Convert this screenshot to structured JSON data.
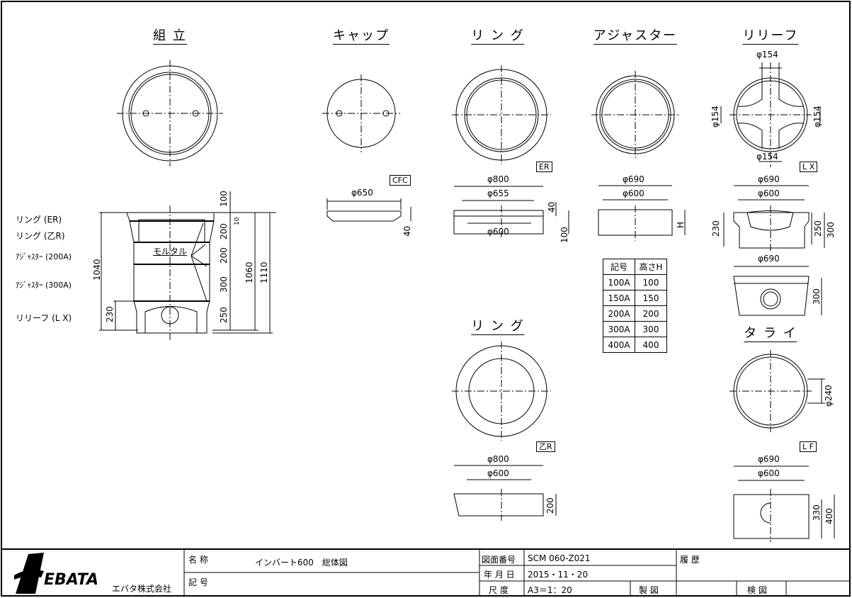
{
  "titles": {
    "assembly": "組 立",
    "cap": "キャップ",
    "ring_er": "リ ン グ",
    "adjuster": "アジャスター",
    "relief": "リリーフ",
    "ring_zr": "リ ン グ",
    "tarai": "タ ラ イ"
  },
  "type_labels": {
    "cap": "CFC",
    "ring_er": "ER",
    "relief": "L X",
    "ring_zr": "乙R",
    "tarai": "L F"
  },
  "assembly": {
    "parts": [
      "リング (ER)",
      "リング (乙R)",
      "ｱｼﾞｬｽﾀｰ (200A)",
      "ｱｼﾞｬｽﾀｰ (300A)",
      "リリーフ (L X)"
    ],
    "mortar": "モルタル",
    "dims": {
      "top": "100",
      "gap": "10",
      "ring": "200",
      "adj200": "200",
      "adj300": "300",
      "relief": "250",
      "total_left": "1040",
      "relief_left": "230",
      "total_1060": "1060",
      "total_1110": "1110"
    }
  },
  "cap_dims": {
    "dia": "φ650",
    "h": "40"
  },
  "ring_er_dims": {
    "outer": "φ800",
    "inner": "φ655",
    "bottom": "φ600",
    "h1": "40",
    "h2": "100"
  },
  "adjuster_dims": {
    "outer": "φ690",
    "inner": "φ600",
    "h": "H"
  },
  "relief_dims": {
    "top": "φ154",
    "left": "φ154",
    "right": "φ154",
    "bottom": "φ154",
    "outer": "φ690",
    "inner": "φ600",
    "h230": "230",
    "h250": "250",
    "h300": "300",
    "side_outer": "φ690",
    "side_h": "300"
  },
  "ring_zr_dims": {
    "outer": "φ800",
    "inner": "φ600",
    "h": "200"
  },
  "tarai_dims": {
    "hole": "φ240",
    "outer": "φ690",
    "inner": "φ600",
    "h330": "330",
    "h400": "400"
  },
  "height_table": {
    "headers": [
      "記号",
      "高さH"
    ],
    "rows": [
      [
        "100A",
        "100"
      ],
      [
        "150A",
        "150"
      ],
      [
        "200A",
        "200"
      ],
      [
        "300A",
        "300"
      ],
      [
        "400A",
        "400"
      ]
    ]
  },
  "title_block": {
    "company": "EBATA",
    "company_jp": "エバタ株式会社",
    "name_label": "名 称",
    "name_value": "インバート600　総体図",
    "symbol_label": "記 号",
    "drawing_no_label": "図面番号",
    "drawing_no": "SCM 060-Z021",
    "date_label": "年 月 日",
    "date": "2015・11・20",
    "scale_label": "尺 度",
    "scale": "A3＝1：20",
    "drawn_label": "製 図",
    "checked_label": "検 図",
    "history_label": "履 歴"
  }
}
